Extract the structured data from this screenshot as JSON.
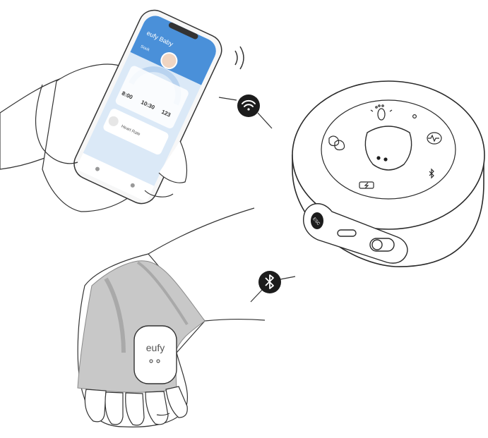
{
  "phone": {
    "app_title": "eufy Baby",
    "tab_label": "Sock",
    "stat_1": "8:00",
    "stat_2": "10:30",
    "stat_3": "123",
    "card_label": "Heart Rate"
  },
  "base_station": {
    "esc_label": "ESC"
  },
  "sock": {
    "brand_logo": "eufy"
  },
  "icons": {
    "wifi": "wifi-icon",
    "bluetooth": "bluetooth-icon",
    "foot": "baby-foot-icon",
    "heartbeat": "heartbeat-icon",
    "charging": "battery-charging-icon",
    "signal": "signal-waves-icon"
  },
  "colors": {
    "screen_blue": "#4a90d9",
    "screen_light": "#dbe9f7",
    "line": "#2a2a2a",
    "sock_grey": "#c8c8c8",
    "badge_dark": "#1c1c1c"
  }
}
